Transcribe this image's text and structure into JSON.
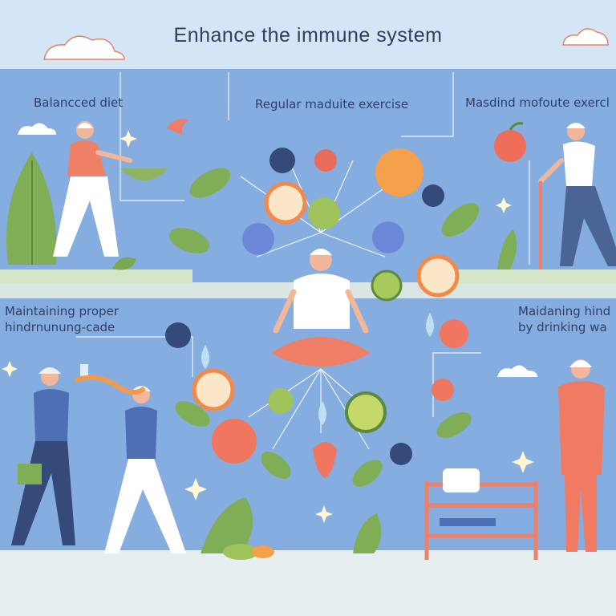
{
  "title": "Enhance the immune system",
  "labels": {
    "top_left": "Balancced diet",
    "top_center": "Regular maduite exercise",
    "top_right": "Masdind mofoute exercl",
    "bottom_left_line1": "Maintaining proper",
    "bottom_left_line2": "hindrnunung-cade",
    "bottom_right_line1": "Maidaning hind",
    "bottom_right_line2": "by drinking wa"
  },
  "colors": {
    "sky": "#cfe2f4",
    "panel": "#7ea6dc",
    "ground": "#dce8cf",
    "accent_orange": "#f28a6b",
    "leaf_green": "#6aa84f",
    "text": "#2e3e66"
  },
  "icons": [
    "cloud-icon",
    "bird-icon",
    "sparkle-icon",
    "apple-icon",
    "orange-slice-icon",
    "kiwi-icon",
    "berry-icon",
    "virus-icon",
    "strawberry-icon",
    "water-drop-icon",
    "plant-icon",
    "bed-icon",
    "walking-stick-icon"
  ]
}
